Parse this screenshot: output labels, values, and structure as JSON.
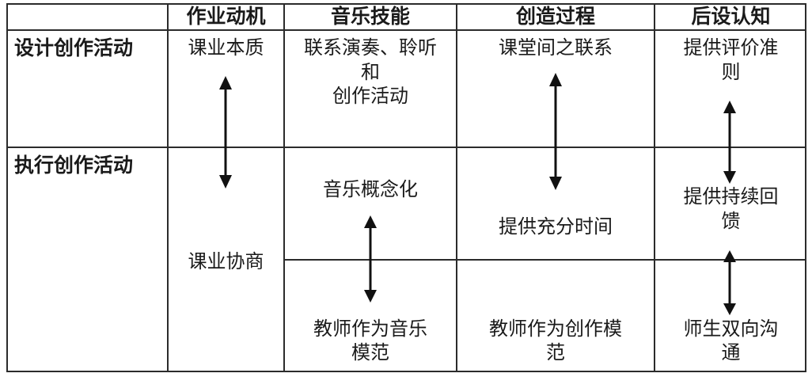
{
  "figure": {
    "type": "table-diagram",
    "columns": [
      {
        "id": "rowlabel",
        "header": ""
      },
      {
        "id": "motivation",
        "header": "作业动机"
      },
      {
        "id": "music_skill",
        "header": "音乐技能"
      },
      {
        "id": "creative_process",
        "header": "创造过程"
      },
      {
        "id": "metacognition",
        "header": "后设认知"
      }
    ],
    "rows": [
      {
        "id": "design",
        "label": "设计创作活动",
        "cells": {
          "motivation": "课业本质",
          "music_skill": "联系演奏、聆听\n和\n创作活动",
          "creative_process": "课堂间之联系",
          "metacognition": "提供评价准\n则"
        }
      },
      {
        "id": "execute",
        "label": "执行创作活动",
        "cells": {
          "motivation": "课业协商",
          "music_skill_upper": "音乐概念化",
          "music_skill_lower": "教师作为音乐\n模范",
          "creative_process_upper": "提供充分时间",
          "creative_process_lower": "教师作为创作模\n范",
          "metacognition_upper": "提供持续回\n馈",
          "metacognition_lower": "师生双向沟\n通"
        }
      }
    ],
    "connectors": [
      {
        "id": "motivation-link",
        "column": "作业动机",
        "style": "double-headed-vertical",
        "from": "课业本质",
        "to": "课业协商"
      },
      {
        "id": "music-skill-link",
        "column": "音乐技能",
        "style": "double-headed-vertical",
        "from": "音乐概念化",
        "to": "教师作为音乐模范"
      },
      {
        "id": "creative-process-link",
        "column": "创造过程",
        "style": "double-headed-vertical",
        "from": "课堂间之联系",
        "to": "提供充分时间"
      },
      {
        "id": "metacognition-link-upper",
        "column": "后设认知",
        "style": "double-headed-vertical",
        "from": "提供评价准则",
        "to": "提供持续回馈"
      },
      {
        "id": "metacognition-link-lower",
        "column": "后设认知",
        "style": "double-headed-vertical",
        "from": "提供持续回馈",
        "to": "师生双向沟通"
      }
    ],
    "colors": {
      "border": "#2b2b2b",
      "text": "#1a1a1a",
      "arrow": "#111111",
      "background": "#ffffff"
    }
  }
}
